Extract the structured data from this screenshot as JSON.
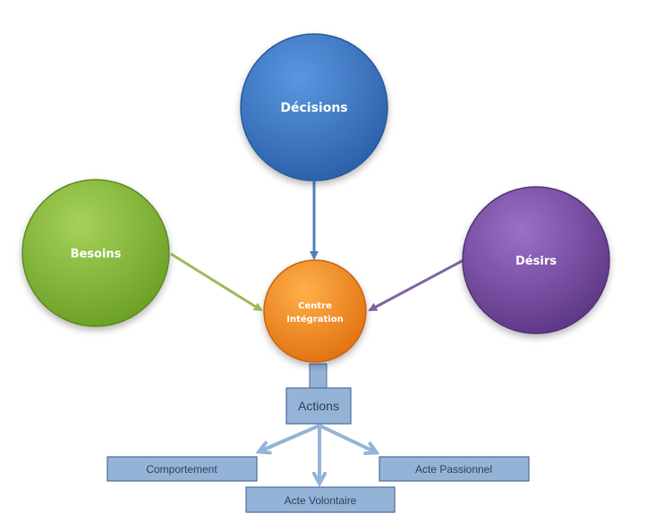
{
  "nodes": {
    "decisions": {
      "label": "Décisions",
      "color": "#3d78c4"
    },
    "besoins": {
      "label": "Besoins",
      "color": "#86b83a"
    },
    "desirs": {
      "label": "Désirs",
      "color": "#7a4fa6"
    },
    "centre": {
      "line1": "Centre",
      "line2": "Intégration",
      "color": "#f28c1e"
    }
  },
  "boxes": {
    "actions": {
      "label": "Actions"
    },
    "comportement": {
      "label": "Comportement"
    },
    "acte_volontaire": {
      "label": "Acte Volontaire"
    },
    "acte_passionnel": {
      "label": "Acte Passionnel"
    },
    "fill": "#95b3d7",
    "border": "#4a6b9a"
  },
  "connectors": {
    "decisions_color": "#4f81bd",
    "besoins_color": "#9bbb59",
    "desirs_color": "#8064a2",
    "actions_color": "#95b3d7"
  }
}
